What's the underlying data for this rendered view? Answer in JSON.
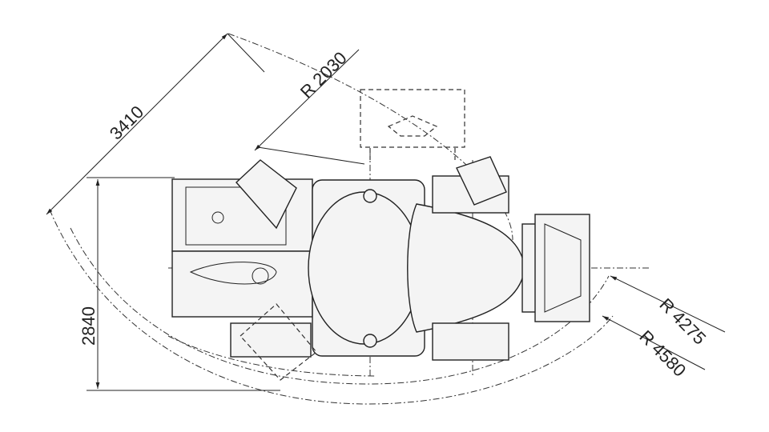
{
  "drawing": {
    "title": "Concrete mixer truck turning dimensions (top view)",
    "dimensions": {
      "diagonal_length": "3410",
      "inner_radius": "R 2030",
      "width": "2840",
      "radius_middle": "R 4275",
      "radius_outer": "R 4580"
    },
    "colors": {
      "line": "#222222",
      "background": "#ffffff"
    }
  }
}
